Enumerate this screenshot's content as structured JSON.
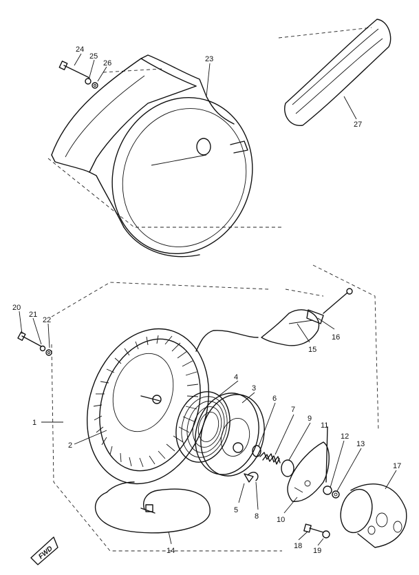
{
  "callouts": [
    {
      "id": "1",
      "label": "1"
    },
    {
      "id": "2",
      "label": "2"
    },
    {
      "id": "3",
      "label": "3"
    },
    {
      "id": "4",
      "label": "4"
    },
    {
      "id": "5",
      "label": "5"
    },
    {
      "id": "6",
      "label": "6"
    },
    {
      "id": "7",
      "label": "7"
    },
    {
      "id": "8",
      "label": "8"
    },
    {
      "id": "9",
      "label": "9"
    },
    {
      "id": "10",
      "label": "10"
    },
    {
      "id": "11",
      "label": "11"
    },
    {
      "id": "12",
      "label": "12"
    },
    {
      "id": "13",
      "label": "13"
    },
    {
      "id": "14",
      "label": "14"
    },
    {
      "id": "15",
      "label": "15"
    },
    {
      "id": "16",
      "label": "16"
    },
    {
      "id": "17",
      "label": "17"
    },
    {
      "id": "18",
      "label": "18"
    },
    {
      "id": "19",
      "label": "19"
    },
    {
      "id": "20",
      "label": "20"
    },
    {
      "id": "21",
      "label": "21"
    },
    {
      "id": "22",
      "label": "22"
    },
    {
      "id": "23",
      "label": "23"
    },
    {
      "id": "24",
      "label": "24"
    },
    {
      "id": "25",
      "label": "25"
    },
    {
      "id": "26",
      "label": "26"
    },
    {
      "id": "27",
      "label": "27"
    }
  ],
  "direction_marker": {
    "label": "FWD"
  }
}
